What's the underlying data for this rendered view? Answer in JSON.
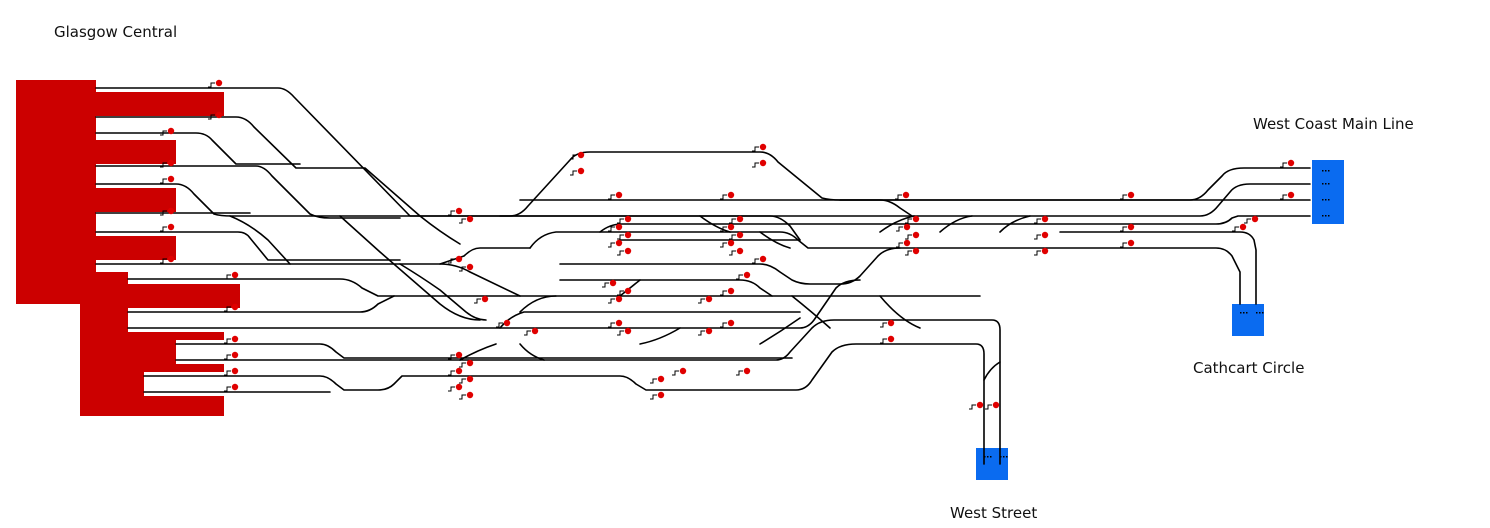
{
  "labels": {
    "glasgow_central": "Glasgow Central",
    "west_coast_main_line": "West Coast Main Line",
    "cathcart_circle": "Cathcart Circle",
    "west_street": "West Street"
  },
  "colors": {
    "platform": "#cc0000",
    "exit": "#0a6bf0",
    "track": "#000000",
    "signal": "#e00000"
  }
}
